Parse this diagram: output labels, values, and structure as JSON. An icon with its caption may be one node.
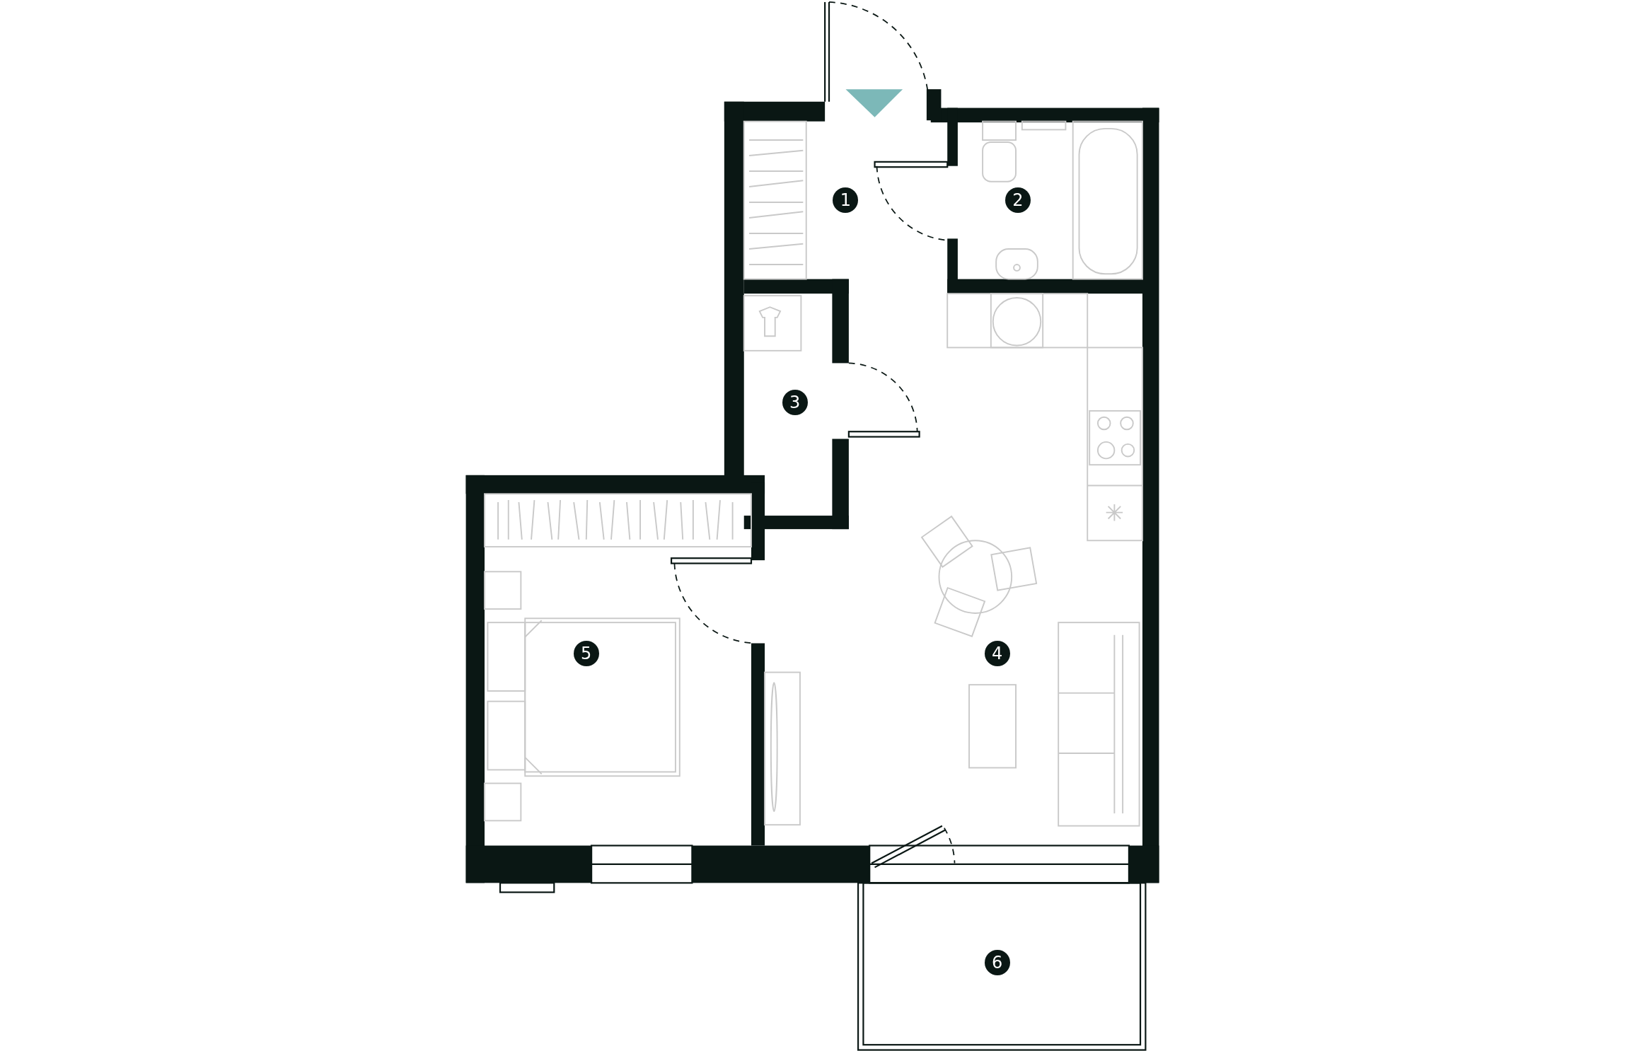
{
  "diagram": {
    "labels": [
      "1",
      "2",
      "3",
      "5",
      "4",
      "6"
    ]
  }
}
